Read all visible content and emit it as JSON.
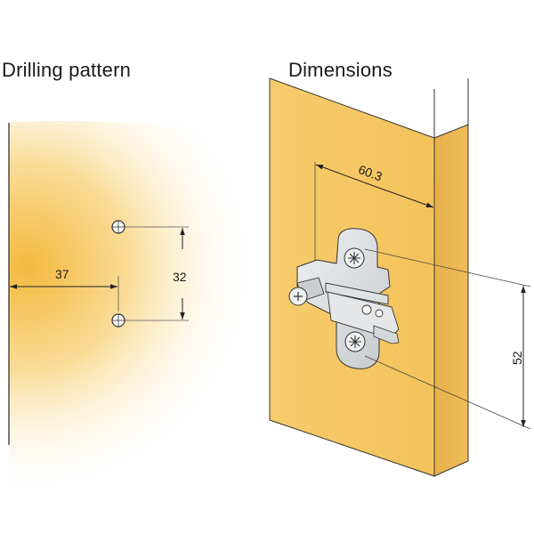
{
  "drilling": {
    "title": "Drilling pattern",
    "edge_distance": "37",
    "hole_spacing": "32"
  },
  "dimensions": {
    "title": "Dimensions",
    "plate_depth": "60.3",
    "plate_height": "52"
  },
  "colors": {
    "panel_light": "#fdf3dc",
    "panel_mid": "#f7cd72",
    "panel_dark": "#f3b63a",
    "line": "#333333",
    "metal": "#d9dcdf"
  }
}
